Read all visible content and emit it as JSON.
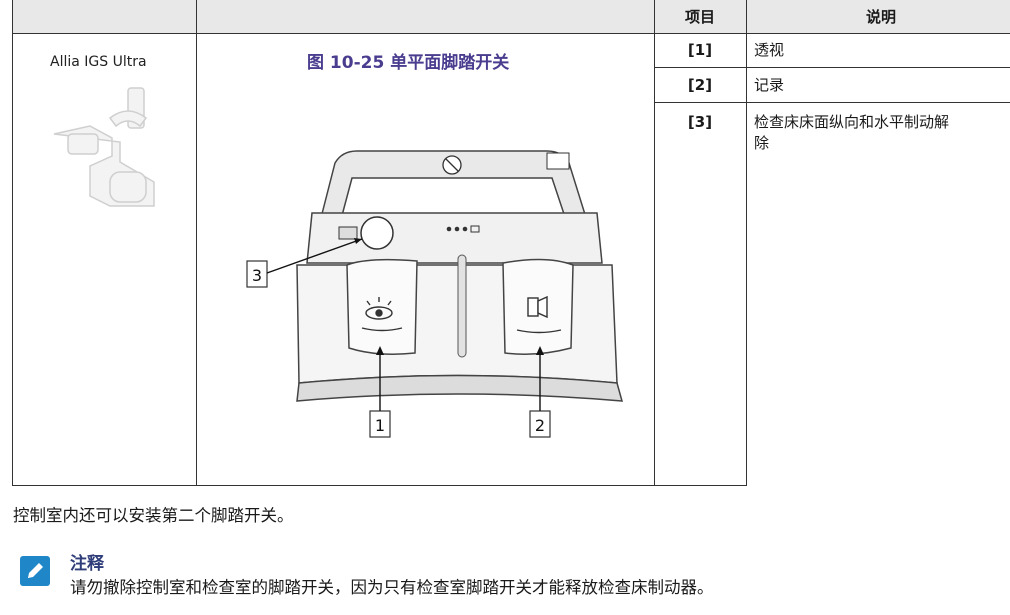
{
  "table": {
    "headers": {
      "blank1": "",
      "blank2": "",
      "item": "项目",
      "desc": "说明"
    },
    "system_name": "Allia IGS Ultra",
    "figure_title": "图 10-25 单平面脚踏开关",
    "figure_callouts": [
      "1",
      "2",
      "3"
    ],
    "rows": [
      {
        "num": "[1]",
        "desc": "透视"
      },
      {
        "num": "[2]",
        "desc": "记录"
      },
      {
        "num": "[3]",
        "desc": "检查床床面纵向和水平制动解\n除"
      }
    ]
  },
  "caption": "控制室内还可以安装第二个脚踏开关。",
  "note": {
    "title": "注释",
    "text": "请勿撤除控制室和检查室的脚踏开关，因为只有检查室脚踏开关才能释放检查床制动器。",
    "icon": "pencil-note-icon"
  },
  "colors": {
    "header_bg": "#e8e8e8",
    "title": "#4a3d8f",
    "note_icon": "#1f86c7",
    "note_title": "#2f3d7a"
  }
}
